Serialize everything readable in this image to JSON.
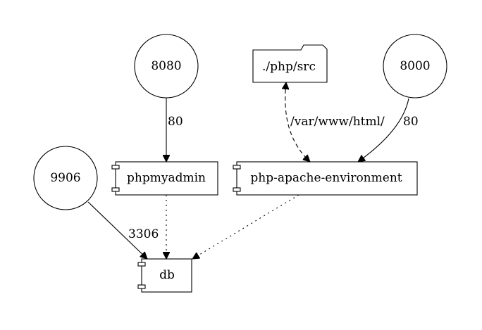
{
  "nodes": {
    "port_8080": "8080",
    "port_8000": "8000",
    "port_9906": "9906",
    "php_src_folder": "./php/src",
    "phpmyadmin": "phpmyadmin",
    "php_apache": "php-apache-environment",
    "db": "db"
  },
  "edges": {
    "port_8080_to_phpmyadmin": "80",
    "port_8000_to_php_apache": "80",
    "port_9906_to_db": "3306",
    "volume_mount": "/var/www/html/"
  },
  "colors": {
    "stroke": "#000000",
    "fill": "#ffffff"
  }
}
